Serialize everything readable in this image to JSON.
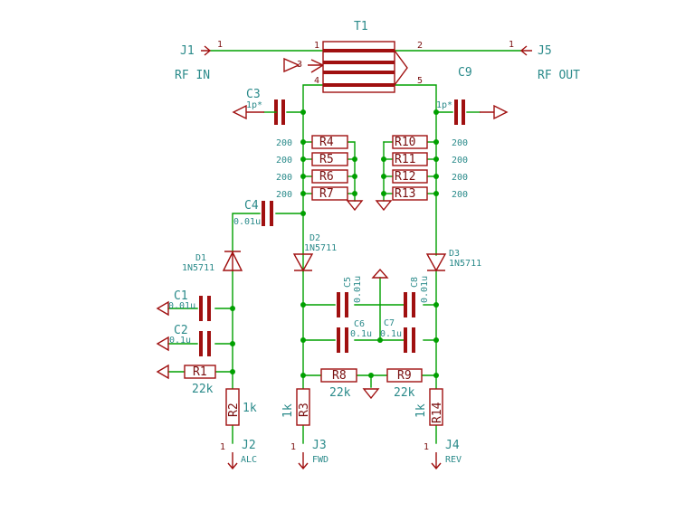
{
  "transformer": {
    "ref": "T1",
    "pins": [
      "1",
      "2",
      "3",
      "4",
      "5"
    ]
  },
  "connectors": {
    "j1": {
      "ref": "J1",
      "pin": "1",
      "net": "RF IN"
    },
    "j5": {
      "ref": "J5",
      "pin": "1",
      "net": "RF OUT"
    },
    "j2": {
      "ref": "J2",
      "pin": "1",
      "net": "ALC"
    },
    "j3": {
      "ref": "J3",
      "pin": "1",
      "net": "FWD"
    },
    "j4": {
      "ref": "J4",
      "pin": "1",
      "net": "REV"
    }
  },
  "capacitors": {
    "c1": {
      "ref": "C1",
      "value": "0.01u"
    },
    "c2": {
      "ref": "C2",
      "value": "0.1u"
    },
    "c3": {
      "ref": "C3",
      "value": "1p*"
    },
    "c4": {
      "ref": "C4",
      "value": "0.01u"
    },
    "c5": {
      "ref": "C5",
      "value": "0.01u"
    },
    "c6": {
      "ref": "C6",
      "value": "0.1u"
    },
    "c7": {
      "ref": "C7",
      "value": "0.1u"
    },
    "c8": {
      "ref": "C8",
      "value": "0.01u"
    },
    "c9": {
      "ref": "C9",
      "value": "1p*"
    }
  },
  "diodes": {
    "d1": {
      "ref": "D1",
      "value": "1N5711"
    },
    "d2": {
      "ref": "D2",
      "value": "1N5711"
    },
    "d3": {
      "ref": "D3",
      "value": "1N5711"
    }
  },
  "resistors": {
    "r1": {
      "ref": "R1",
      "value": "22k"
    },
    "r2": {
      "ref": "R2",
      "value": "1k"
    },
    "r3": {
      "ref": "R3",
      "value": "1k"
    },
    "r4": {
      "ref": "R4",
      "value": "200"
    },
    "r5": {
      "ref": "R5",
      "value": "200"
    },
    "r6": {
      "ref": "R6",
      "value": "200"
    },
    "r7": {
      "ref": "R7",
      "value": "200"
    },
    "r8": {
      "ref": "R8",
      "value": "22k"
    },
    "r9": {
      "ref": "R9",
      "value": "22k"
    },
    "r10": {
      "ref": "R10",
      "value": "200"
    },
    "r11": {
      "ref": "R11",
      "value": "200"
    },
    "r12": {
      "ref": "R12",
      "value": "200"
    },
    "r13": {
      "ref": "R13",
      "value": "200"
    },
    "r14": {
      "ref": "R14",
      "value": "1k"
    }
  },
  "colors": {
    "wire": "#00a000",
    "component": "#a01010",
    "label": "#2a8a8a",
    "background": "#ffffff"
  }
}
